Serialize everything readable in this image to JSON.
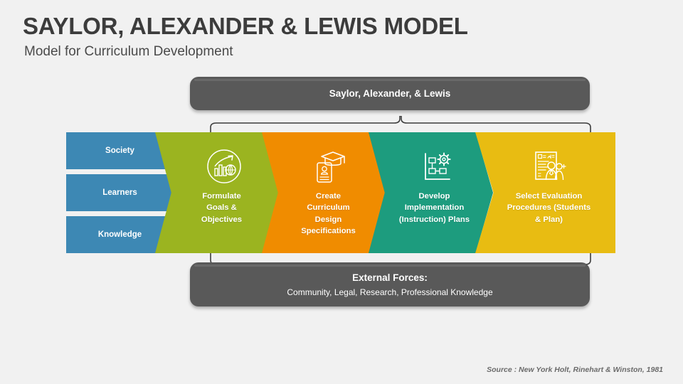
{
  "slide": {
    "title": "SAYLOR, ALEXANDER & LEWIS MODEL",
    "subtitle": "Model for Curriculum Development",
    "source": "Source : New York Holt, Rinehart & Winston, 1981",
    "background_color": "#f1f1f1"
  },
  "banner_top": {
    "title": "Saylor, Alexander, & Lewis",
    "color": "#595959"
  },
  "banner_bottom": {
    "title": "External Forces:",
    "subtitle": "Community, Legal, Research, Professional Knowledge",
    "color": "#595959"
  },
  "inputs": {
    "color": "#3d88b4",
    "items": [
      {
        "label": "Society"
      },
      {
        "label": "Learners"
      },
      {
        "label": "Knowledge"
      }
    ]
  },
  "stages": [
    {
      "label": "Formulate\nGoals &\nObjectives",
      "line1": "Formulate",
      "line2": "Goals &",
      "line3": "Objectives",
      "color": "#9bb420",
      "icon": "growth-chart-icon"
    },
    {
      "label": "Create\nCurriculum\nDesign\nSpecifications",
      "line1": "Create",
      "line2": "Curriculum",
      "line3": "Design",
      "line4": "Specifications",
      "color": "#f08c00",
      "icon": "graduation-cap-id-icon"
    },
    {
      "label": "Develop\nImplementation\n(Instruction) Plans",
      "line1": "Develop",
      "line2": "Implementation",
      "line3": "(Instruction) Plans",
      "color": "#1d9c7e",
      "icon": "gear-flowchart-icon"
    },
    {
      "label": "Select Evaluation\nProcedures (Students\n& Plan)",
      "line1": "Select Evaluation",
      "line2": "Procedures (Students",
      "line3": "& Plan)",
      "color": "#e8bc12",
      "icon": "evaluation-checklist-people-icon"
    }
  ]
}
